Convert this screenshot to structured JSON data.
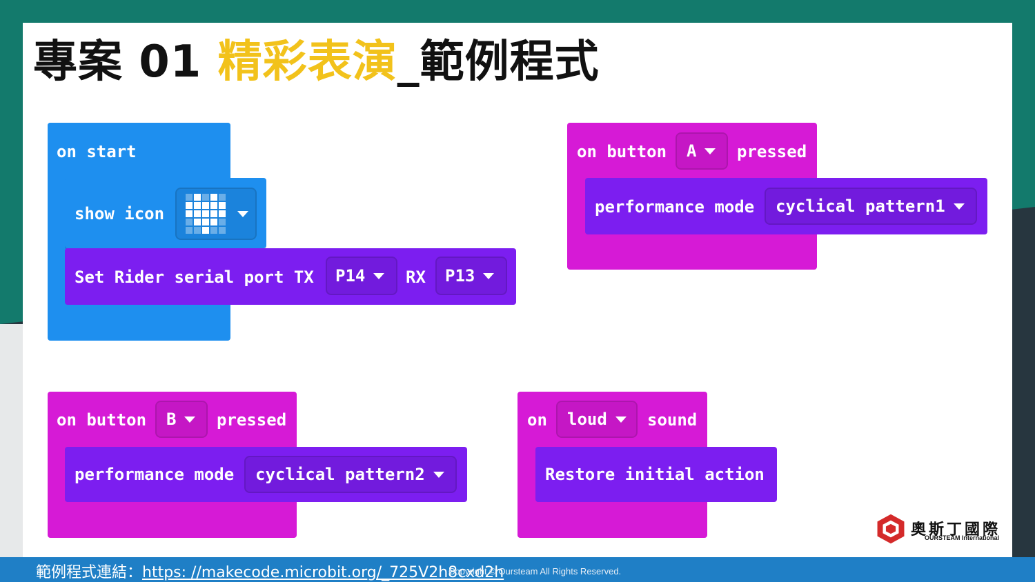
{
  "title": {
    "part1": "專案 01 ",
    "highlight": "精彩表演",
    "part2": "_範例程式"
  },
  "colors": {
    "teal_bg": "#137a6c",
    "slate_bg": "#27363f",
    "accent_yellow": "#f2c21b",
    "block_blue": "#1e8fef",
    "block_magenta": "#d61ad6",
    "block_purple": "#7c1ef0",
    "footer_blue": "#1f7fc6"
  },
  "blocks": {
    "on_start": {
      "label": "on start",
      "show_icon": {
        "label": "show icon",
        "icon": "heart-icon"
      },
      "set_rider": {
        "label": "Set Rider serial port TX",
        "tx_value": "P14",
        "rx_label": "RX",
        "rx_value": "P13"
      }
    },
    "button_a": {
      "on": "on button",
      "button": "A",
      "pressed": "pressed",
      "performance": {
        "label": "performance mode",
        "value": "cyclical pattern1"
      }
    },
    "button_b": {
      "on": "on button",
      "button": "B",
      "pressed": "pressed",
      "performance": {
        "label": "performance mode",
        "value": "cyclical pattern2"
      }
    },
    "loud_sound": {
      "on": "on",
      "level": "loud",
      "sound": "sound",
      "restore": "Restore initial action"
    }
  },
  "footer": {
    "prefix": "範例程式連結：",
    "link": "https: //makecode.microbit.org/_725V2h8cxd2h",
    "copyright": "Copyright © Oursteam All Rights Reserved."
  },
  "logo": {
    "name": "奧斯丁國際",
    "sub": "OURSTEAM International"
  }
}
